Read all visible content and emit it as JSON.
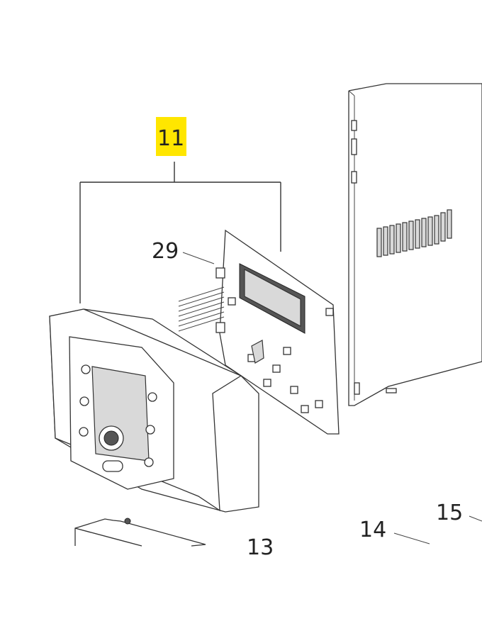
{
  "diagram": {
    "callouts": {
      "assembly": "11",
      "circuit_board": "29",
      "bracket": "13",
      "screw": "14",
      "casing": "15"
    },
    "highlight_color": "#ffe600"
  }
}
